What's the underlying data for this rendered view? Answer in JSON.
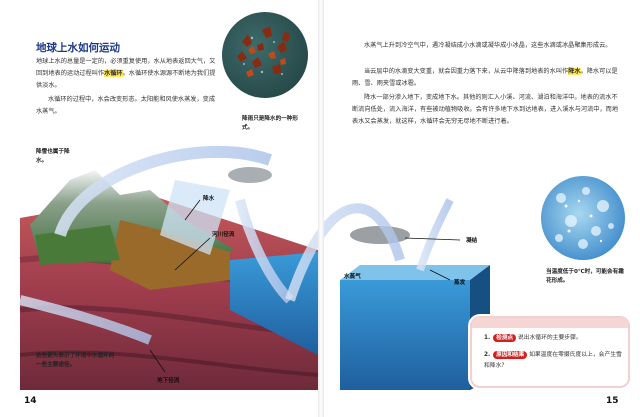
{
  "left_page": {
    "title": "地球上水如何运动",
    "paragraph1_before": "地球上水的总量是一定的，必须重复使用，水从地表返回大气，又回到地表的运动过程叫作",
    "paragraph1_highlight": "水循环",
    "paragraph1_after": "。水循环使水源源不断地为我们提供淡水。",
    "paragraph2": "水循环的过程中，水会改变形态。太阳能和风使水蒸发，变成水蒸气。",
    "photo_caption": "降雨只是降水的一种形式。",
    "snow_label": "降雪也属于降水。",
    "precip_label": "降水",
    "river_label": "河川径流",
    "groundwater_label": "地下径流",
    "arrow_caption": "这些箭头表示了环境中水循环的一些主要途径。",
    "page_number": "14"
  },
  "right_page": {
    "paragraph1": "水蒸气上升到冷空气中，遇冷凝结成小水滴或凝华成小冰晶，这些水滴或冰晶聚集形成云。",
    "paragraph2_before": "当云层中的水滴变大变重，就会因重力落下来，从云中降落到地表的水叫作",
    "paragraph2_highlight": "降水",
    "paragraph2_after": "。降水可以是雨、雪、雨夹雪或冰雹。",
    "paragraph3": "降水一部分渗入地下，变成地下水。其他的则汇入小溪、河流、湖泊和海洋中。地表的流水不断流向低处，流入海洋，有些被动植物吸收。会有许多地下水到达地表，进入溪水与河流中，而地表水又会蒸发，就这样，水循环会无穷无尽地不断进行着。",
    "cloud_label": "凝结",
    "vapor_label": "水蒸气",
    "evap_label": "蒸发",
    "ice_caption": "当温度低于0℃时，可能会有霜花形成。",
    "quiz": {
      "item1_num": "1.",
      "item1_tag": "检测点",
      "item1_text": "说出水循环的主要步骤。",
      "item2_num": "2.",
      "item2_tag": "原因和结果",
      "item2_text": "如果温度在零摄氏度以上，会产生雪和降水？"
    },
    "page_number": "15"
  }
}
